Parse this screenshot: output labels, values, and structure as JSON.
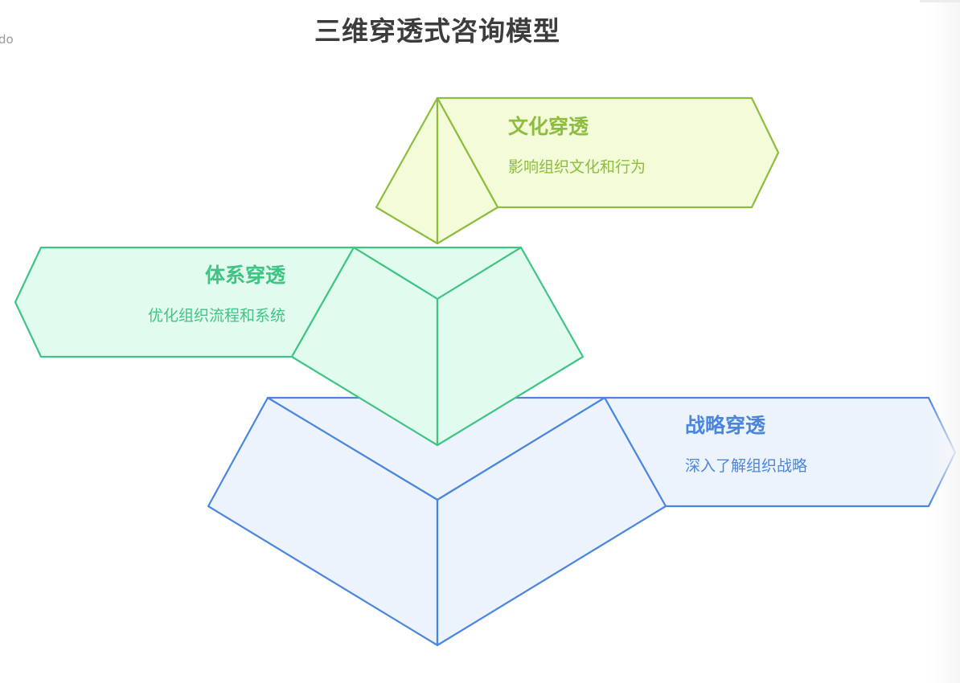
{
  "header": {
    "title": "三维穿透式咨询模型",
    "corner_text": "do"
  },
  "layers": [
    {
      "id": "culture",
      "title": "文化穿透",
      "description": "影响组织文化和行为",
      "stroke": "#8dbd3c",
      "fill": "#f3fbd9",
      "text_color": "#8dbd3c"
    },
    {
      "id": "system",
      "title": "体系穿透",
      "description": "优化组织流程和系统",
      "stroke": "#3fc483",
      "fill": "#e1fbee",
      "text_color": "#3fc483"
    },
    {
      "id": "strategy",
      "title": "战略穿透",
      "description": "深入了解组织战略",
      "stroke": "#4a86e0",
      "fill": "#edf3fd",
      "text_color": "#4a86e0"
    }
  ]
}
